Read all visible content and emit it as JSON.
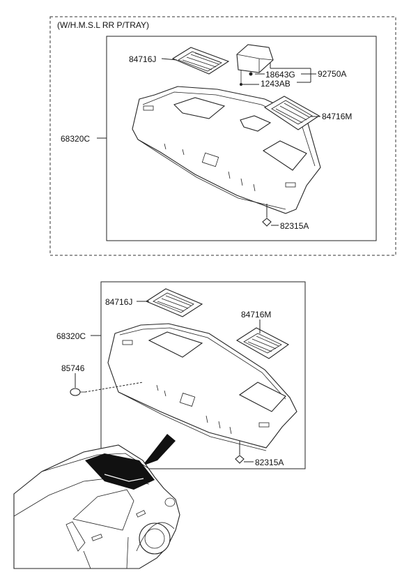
{
  "variant_note": "(W/H.M.S.L RR P/TRAY)",
  "upper_section": {
    "labels": {
      "part_84716J": "84716J",
      "part_84716M": "84716M",
      "part_18643G": "18643G",
      "part_92750A": "92750A",
      "part_1243AB": "1243AB",
      "part_68320C": "68320C",
      "part_82315A": "82315A"
    }
  },
  "lower_section": {
    "labels": {
      "part_84716J": "84716J",
      "part_84716M": "84716M",
      "part_68320C": "68320C",
      "part_85746": "85746",
      "part_82315A": "82315A"
    }
  }
}
